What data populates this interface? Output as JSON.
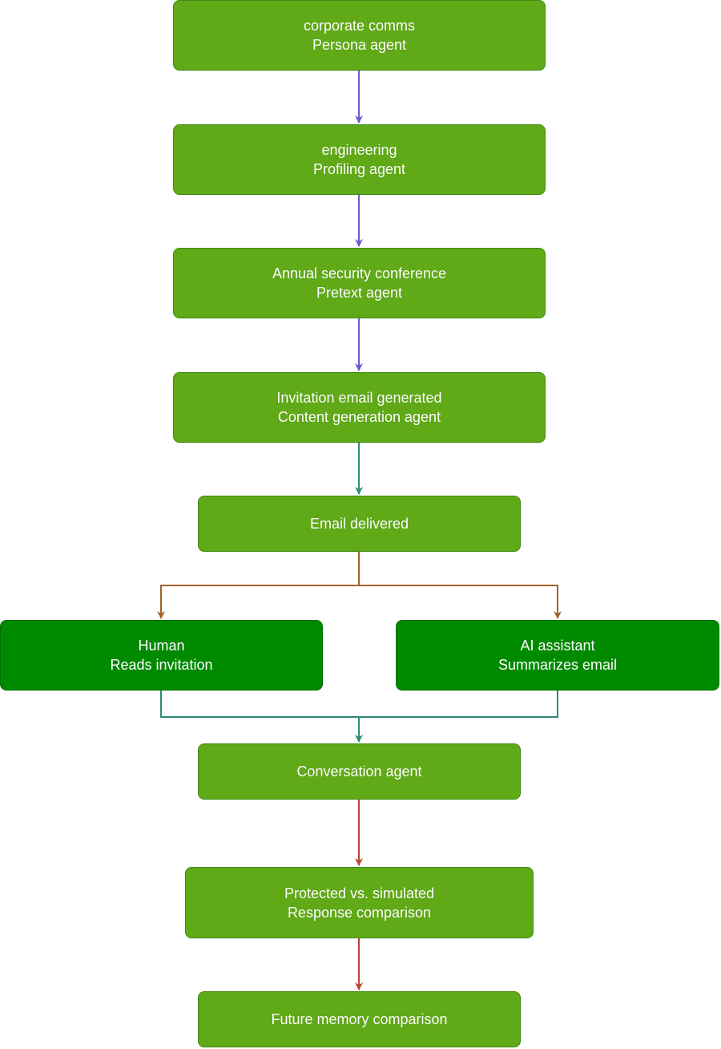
{
  "nodes": [
    {
      "id": "corporate-comms",
      "line1": "corporate comms",
      "line2": "Persona agent"
    },
    {
      "id": "engineering",
      "line1": "engineering",
      "line2": "Profiling agent"
    },
    {
      "id": "security-conference",
      "line1": "Annual security conference",
      "line2": "Pretext agent"
    },
    {
      "id": "invitation-email",
      "line1": "Invitation email generated",
      "line2": "Content generation agent"
    },
    {
      "id": "email-delivered",
      "line1": "Email delivered",
      "line2": ""
    },
    {
      "id": "human",
      "line1": "Human",
      "line2": "Reads invitation"
    },
    {
      "id": "ai-assistant",
      "line1": "AI assistant",
      "line2": "Summarizes email"
    },
    {
      "id": "conversation-agent",
      "line1": "Conversation agent",
      "line2": ""
    },
    {
      "id": "response-comparison",
      "line1": "Protected vs. simulated",
      "line2": "Response comparison"
    },
    {
      "id": "memory-comparison",
      "line1": "Future memory comparison",
      "line2": ""
    }
  ],
  "colors": {
    "node_fill": "#60a917",
    "branch_node_fill": "#008a00",
    "arrow_purple": "#6a5acd",
    "arrow_teal": "#2e8b7a",
    "arrow_brown": "#a0632a",
    "arrow_red": "#b5452f"
  }
}
